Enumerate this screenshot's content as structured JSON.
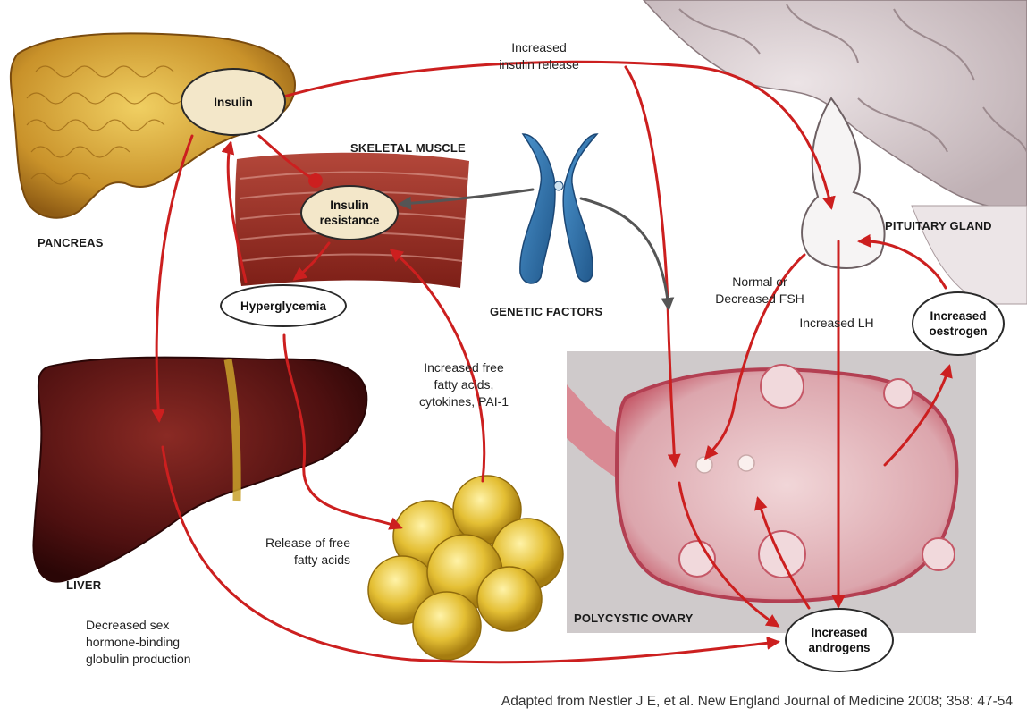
{
  "organs": {
    "pancreas": "PANCREAS",
    "skeletal_muscle": "SKELETAL MUSCLE",
    "genetic_factors": "GENETIC FACTORS",
    "pituitary_gland": "PITUITARY GLAND",
    "liver": "LIVER",
    "polycystic_ovary": "POLYCYSTIC OVARY"
  },
  "nodes": {
    "insulin": "Insulin",
    "insulin_resistance": "Insulin\nresistance",
    "hyperglycemia": "Hyperglycemia",
    "increased_oestrogen": "Increased\noestrogen",
    "increased_androgens": "Increased\nandrogens"
  },
  "annotations": {
    "increased_insulin_release": "Increased\ninsulin release",
    "normal_or_decreased_fsh": "Normal or\nDecreased FSH",
    "increased_lh": "Increased LH",
    "increased_ffa": "Increased free\nfatty acids,\ncytokines, PAI-1",
    "release_ffa": "Release of free\nfatty acids",
    "decreased_shbg": "Decreased sex\nhormone-binding\nglobulin production"
  },
  "citation": "Adapted from Nestler J E, et al. New England Journal of Medicine 2008; 358: 47-54",
  "colors": {
    "arrow_red": "#cc1f1f",
    "arrow_gray": "#555555",
    "node_cream": "#f3e7c9",
    "pancreas": "#d8a72e",
    "muscle": "#9c3024",
    "liver": "#5a1414",
    "fat": "#e3c13a",
    "chromosome": "#2b6ea8",
    "ovary": "#e6bfc4",
    "brain": "#d9cdd0"
  }
}
